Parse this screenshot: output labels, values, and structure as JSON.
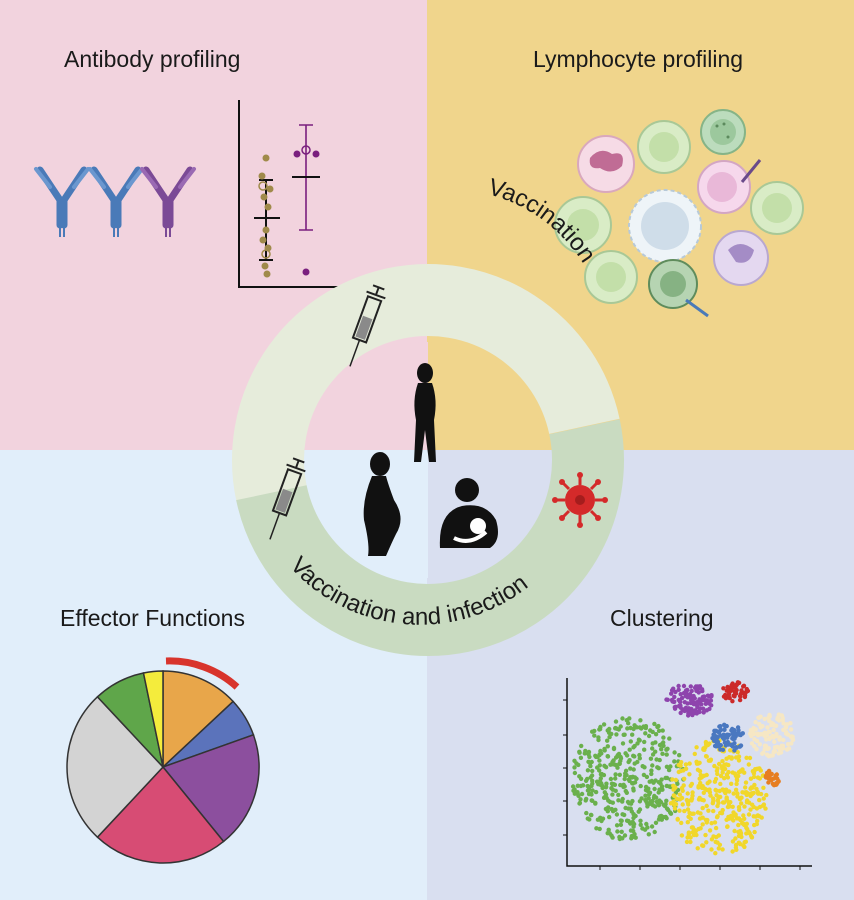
{
  "panels": {
    "antibody": {
      "title": "Antibody profiling",
      "bg": "#f2d3de"
    },
    "lymphocyte": {
      "title": "Lymphocyte profiling",
      "bg": "#f0d58c"
    },
    "effector": {
      "title": "Effector Functions",
      "bg": "#e1eefa"
    },
    "clustering": {
      "title": "Clustering",
      "bg": "#d9dff0"
    }
  },
  "ring": {
    "top_label": "Vaccination",
    "bottom_label": "Vaccination and infection",
    "top_color": "#e6ecdb",
    "bottom_color": "#c9dbc1"
  },
  "colors": {
    "antibody_blue": "#4a7ab8",
    "antibody_purple": "#7b4a96",
    "dot_gold": "#a08a4a",
    "dot_purple": "#7a1f7e",
    "virus_red": "#d42a2a",
    "accent_red": "#d8342c"
  },
  "chart_data": {
    "type": "pie",
    "values": [
      12,
      6,
      18,
      21,
      24,
      8,
      3
    ],
    "colors": [
      "#e8a64a",
      "#5b73bb",
      "#8c4f9e",
      "#d74c74",
      "#d3d3d3",
      "#5fa64a",
      "#f4ec3c"
    ]
  },
  "icons": [
    "antibody-icon",
    "syringe-icon",
    "virus-icon",
    "woman-silhouette-icon",
    "pregnant-woman-icon",
    "breastfeeding-icon",
    "lymphocyte-cell-icon"
  ]
}
